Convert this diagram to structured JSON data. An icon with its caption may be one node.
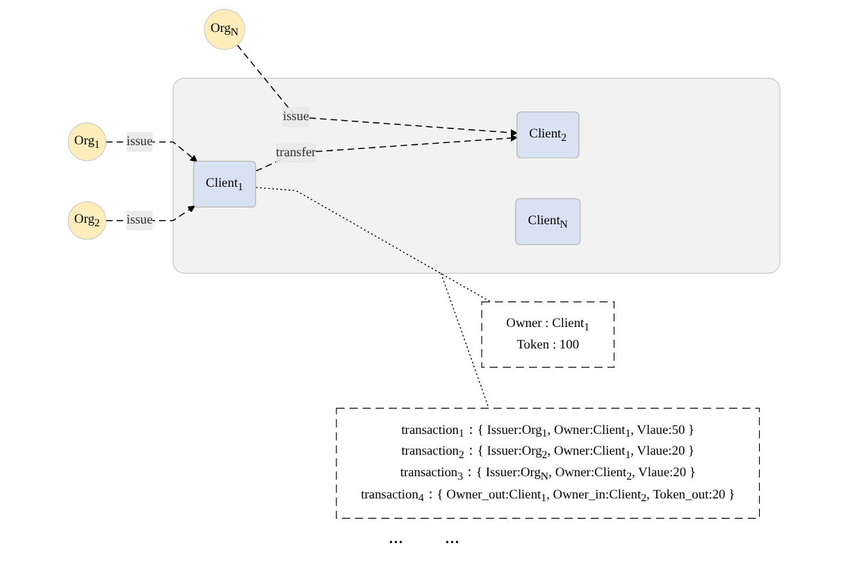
{
  "diagram": {
    "nodes": [
      {
        "text": [
          "Org$_{1}$"
        ]
      },
      {
        "text": [
          "Org$_{2}$"
        ]
      },
      {
        "text": [
          "Org$_{N}$"
        ]
      },
      {
        "text": [],
        "shape": "box"
      },
      {
        "text": [
          "Client$_{1}$"
        ],
        "in": 3
      },
      {
        "text": [
          "Client$_{2}$"
        ],
        "in": 3
      },
      {
        "text": [
          "Client$_{N}$"
        ],
        "in": 3
      },
      {
        "text": [
          "Owner : Client$_{1}$",
          "Token : 100"
        ]
      },
      {
        "text": [
          "transaction$_{1}$：{ Issuer:Org$_{1}$, Owner:Client$_{1}$, Vlaue:50 }",
          "transaction$_{2}$：{ Issuer:Org$_{2}$, Owner:Client$_{1}$, Vlaue:20 }",
          "transaction$_{3}$：{ Issuer:Org$_{N}$, Owner:Client$_{2}$, Vlaue:20 }",
          "transaction$_{4}$：{ Owner_out:Client$_{1}$, Owner_in:Client$_{2}$, Token_out:20 }"
        ]
      }
    ],
    "edges": [
      {
        "from": 0,
        "to": 4,
        "arrow": "to",
        "label": "issue",
        "style": "dashed"
      },
      {
        "from": 1,
        "to": 4,
        "arrow": "to",
        "label": "issue",
        "style": "dashed"
      },
      {
        "from": 2,
        "to": 5,
        "arrow": "to",
        "label": "issue",
        "style": "dashed"
      },
      {
        "from": 4,
        "to": 5,
        "arrow": "to",
        "label": "transfer",
        "style": "dashed"
      },
      {
        "from": 4,
        "to": 7,
        "arrow": "none",
        "style": "dashed"
      },
      {
        "from": 3,
        "to": 8,
        "arrow": "none",
        "style": "dashed"
      }
    ],
    "labels": [
      "...",
      "..."
    ]
  }
}
